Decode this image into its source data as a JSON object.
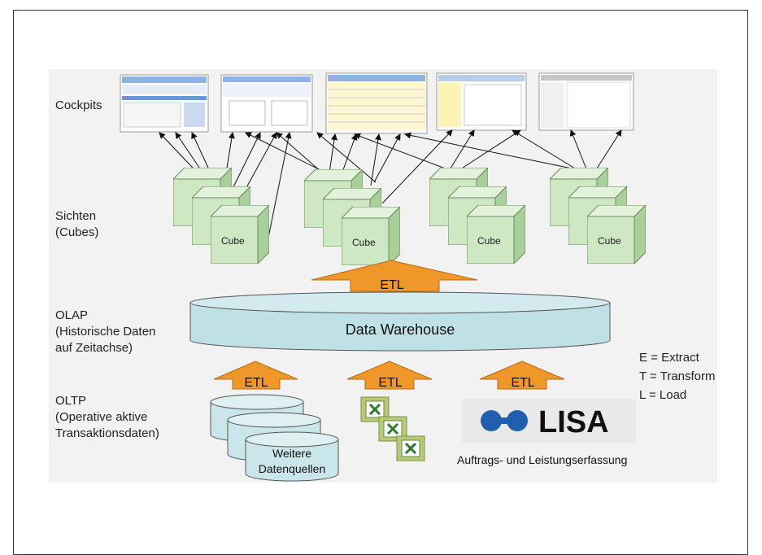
{
  "layers": {
    "cockpits": "Cockpits",
    "sichten": "Sichten\n(Cubes)",
    "olap": "OLAP\n(Historische Daten\nauf Zeitachse)",
    "oltp": "OLTP\n(Operative aktive\nTransaktionsdaten)"
  },
  "etl_label": "ETL",
  "data_warehouse": "Data Warehouse",
  "cube_label": "Cube",
  "cube_partial_label": "Cu",
  "sources": {
    "database_label_line1": "Weitere",
    "database_label_line2": "Datenquellen",
    "lisa_logo": "LISA",
    "lisa_caption": "Auftrags- und Leistungserfassung"
  },
  "legend": [
    "E = Extract",
    "T = Transform",
    "L = Load"
  ],
  "colors": {
    "cube_fill": "#cfe8c4",
    "cube_stroke": "#6a8a60",
    "warehouse_fill": "#bfe1e6",
    "arrow_fill": "#f0972a",
    "lisa_blue": "#1f5fae"
  }
}
